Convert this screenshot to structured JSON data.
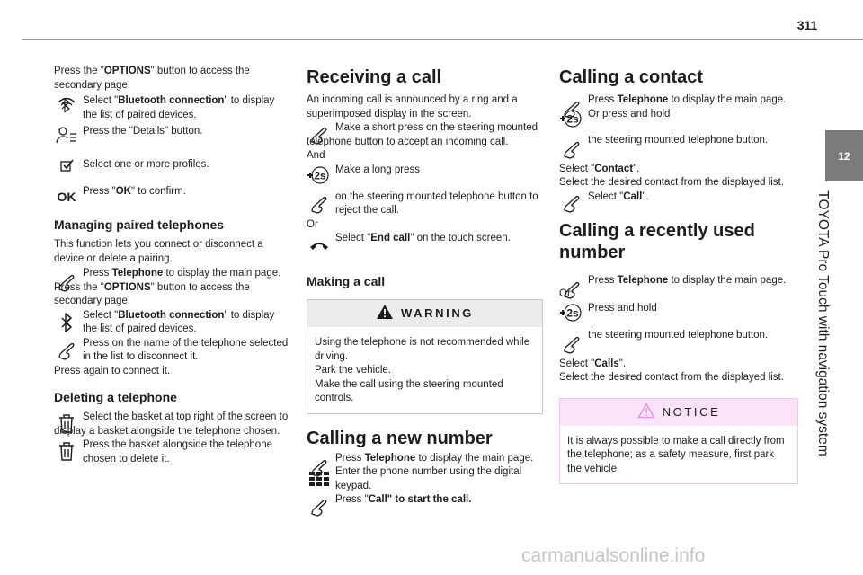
{
  "header": {
    "page_number": "311",
    "chapter_number": "12",
    "chapter_title": "TOYOTA Pro Touch with navigation system"
  },
  "col1": {
    "intro": [
      {
        "t": "Press the \""
      },
      {
        "t": "OPTIONS",
        "b": true
      },
      {
        "t": "\" button to access the secondary page."
      }
    ],
    "steps_a": [
      {
        "icon": "bluetooth-wifi-icon",
        "parts": [
          {
            "t": "Select \""
          },
          {
            "t": "Bluetooth connection",
            "b": true
          },
          {
            "t": "\" to display the list of paired devices."
          }
        ]
      },
      {
        "icon": "details-icon",
        "parts": [
          {
            "t": "Press the \"Details\" button."
          }
        ]
      },
      {
        "icon": "checkbox-icon",
        "parts": [
          {
            "t": "Select one or more profiles."
          }
        ]
      },
      {
        "icon": "ok-icon",
        "parts": [
          {
            "t": "Press \""
          },
          {
            "t": "OK",
            "b": true
          },
          {
            "t": "\" to confirm."
          }
        ]
      }
    ],
    "ok_glyph": "OK",
    "heading_managing": "Managing paired telephones",
    "managing_intro": "This function lets you connect or disconnect a device or delete a pairing.",
    "managing_step1": [
      {
        "t": "Press "
      },
      {
        "t": "Telephone",
        "b": true
      },
      {
        "t": " to display the main page."
      }
    ],
    "managing_options": [
      {
        "t": "Press the \""
      },
      {
        "t": "OPTIONS",
        "b": true
      },
      {
        "t": "\" button to access the secondary page."
      }
    ],
    "managing_step2": [
      {
        "t": "Select \""
      },
      {
        "t": "Bluetooth connection",
        "b": true
      },
      {
        "t": "\" to display the list of paired devices."
      }
    ],
    "managing_step3": [
      {
        "t": "Press on the name of the telephone selected in the list to disconnect it."
      }
    ],
    "managing_again": "Press again to connect it.",
    "heading_deleting": "Deleting a telephone",
    "deleting_step1": [
      {
        "t": "Select the basket at top right of the screen to display a basket alongside the telephone chosen."
      }
    ],
    "deleting_step2": [
      {
        "t": "Press the basket alongside the telephone chosen to delete it."
      }
    ]
  },
  "col2": {
    "heading_receiving": "Receiving a call",
    "receiving_intro": "An incoming call is announced by a ring and a superimposed display in the screen.",
    "receiving_step1": [
      {
        "t": "Make a short press on the steering mounted telephone button to accept an incoming call."
      }
    ],
    "and_word": "And",
    "receiving_step2": [
      {
        "t": "Make a long press"
      }
    ],
    "receiving_step3": [
      {
        "t": "on the steering mounted telephone button to reject the call."
      }
    ],
    "or_word": "Or",
    "receiving_step4": [
      {
        "t": "Select \""
      },
      {
        "t": "End call",
        "b": true
      },
      {
        "t": "\" on the touch screen."
      }
    ],
    "heading_making": "Making a call",
    "warning_label": "WARNING",
    "warning_text": "Using the telephone is not recommended while driving.\nPark the vehicle.\nMake the call using the steering mounted controls.",
    "heading_new_number": "Calling a new number",
    "new_step1": [
      {
        "t": "Press "
      },
      {
        "t": "Telephone",
        "b": true
      },
      {
        "t": " to display the main page."
      }
    ],
    "new_step2": [
      {
        "t": "Enter the phone number using the digital keypad."
      }
    ],
    "new_step3": [
      {
        "t": "Press \""
      },
      {
        "t": "Call\" to start the call.",
        "b": true
      }
    ]
  },
  "col3": {
    "heading_contact": "Calling a contact",
    "contact_step1": [
      {
        "t": "Press "
      },
      {
        "t": "Telephone",
        "b": true
      },
      {
        "t": " to display the main page."
      }
    ],
    "contact_step2": [
      {
        "t": "Or press and hold"
      }
    ],
    "contact_step3": [
      {
        "t": "the steering mounted telephone button."
      }
    ],
    "contact_select": [
      {
        "t": "Select \""
      },
      {
        "t": "Contact",
        "b": true
      },
      {
        "t": "\"."
      }
    ],
    "contact_select2": "Select the desired contact from the displayed list.",
    "contact_step4": [
      {
        "t": "Select \""
      },
      {
        "t": "Call",
        "b": true
      },
      {
        "t": "\"."
      }
    ],
    "heading_recent": "Calling a recently used number",
    "recent_step1": [
      {
        "t": "Press "
      },
      {
        "t": "Telephone",
        "b": true
      },
      {
        "t": " to display the main page."
      }
    ],
    "or_word": "Or",
    "recent_step2": [
      {
        "t": "Press and hold"
      }
    ],
    "recent_step3": [
      {
        "t": "the steering mounted telephone button."
      }
    ],
    "recent_select": [
      {
        "t": "Select \""
      },
      {
        "t": "Calls",
        "b": true
      },
      {
        "t": "\"."
      }
    ],
    "recent_select2": "Select the desired contact from the displayed list.",
    "notice_label": "NOTICE",
    "notice_text": "It is always possible to make a call directly from the telephone; as a safety measure, first park the vehicle."
  },
  "steering_icon_label": "2s",
  "watermark": "carmanualsonline.info",
  "colors": {
    "warning_bg": "#ececec",
    "notice_bg": "#fbe3fa",
    "notice_icon": "#e58ae0",
    "side_tab": "#7b7b7b"
  }
}
